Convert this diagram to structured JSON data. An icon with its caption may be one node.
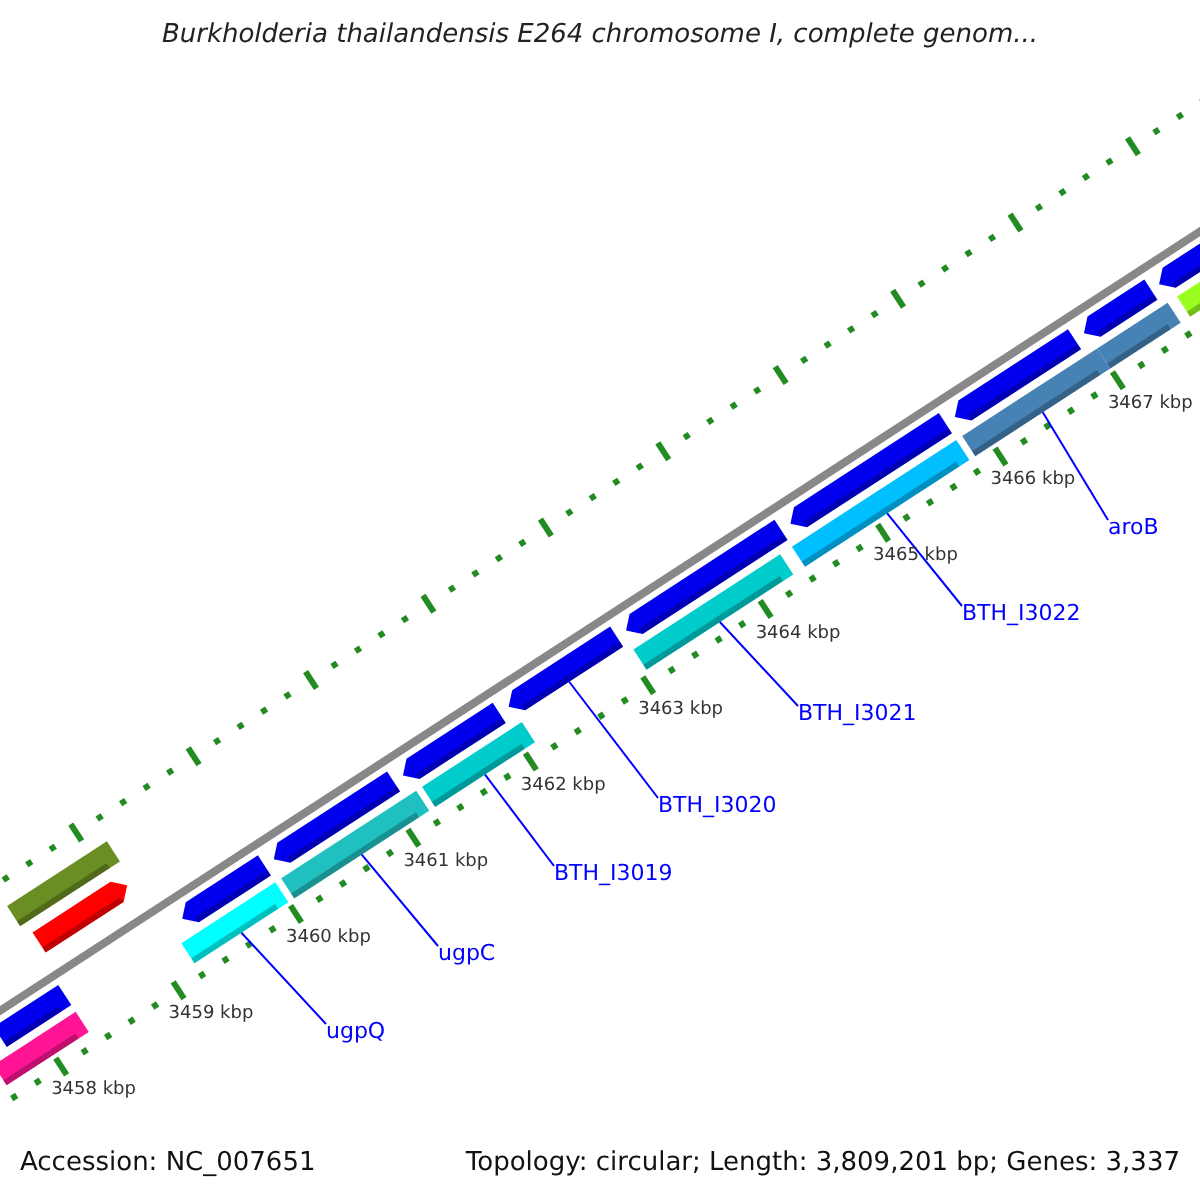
{
  "diagram": {
    "title": "Burkholderia thailandensis E264 chromosome I, complete genom...",
    "nodes": [
      {
        "text": [],
        "shape": "bar"
      },
      {
        "text": [],
        "shape": "bar"
      },
      {
        "text": [],
        "shape": "bar"
      },
      {
        "text": [],
        "shape": "bar"
      },
      {
        "text": [],
        "shape": "bar"
      },
      {
        "text": [],
        "shape": "bar"
      },
      {
        "text": [],
        "shape": "bar"
      },
      {
        "text": [],
        "shape": "bar"
      },
      {
        "text": [],
        "shape": "bar"
      },
      {
        "text": [],
        "shape": "bar"
      },
      {
        "text": [],
        "shape": "bar"
      },
      {
        "text": [],
        "shape": "bar"
      },
      {
        "text": [],
        "shape": "bar"
      },
      {
        "text": [],
        "shape": "bar"
      },
      {
        "text": [],
        "shape": "bar"
      },
      {
        "text": [],
        "shape": "bar"
      },
      {
        "text": [],
        "shape": "bar"
      },
      {
        "text": [],
        "shape": "bar"
      },
      {
        "text": [],
        "shape": "bar"
      },
      {
        "text": [],
        "shape": "bar"
      },
      {
        "text": [],
        "shape": "bar"
      },
      {
        "text": [
          "ugpQ"
        ]
      },
      {
        "text": [
          "ugpC"
        ]
      },
      {
        "text": [
          "BTH_I3019"
        ]
      },
      {
        "text": [
          "BTH_I3020"
        ]
      },
      {
        "text": [
          "BTH_I3021"
        ]
      },
      {
        "text": [
          "BTH_I3022"
        ]
      },
      {
        "text": [
          "aroB"
        ]
      }
    ],
    "edges": [
      {
        "from": 21,
        "to": 5,
        "arrow": "none"
      },
      {
        "from": 22,
        "to": 7,
        "arrow": "none"
      },
      {
        "from": 23,
        "to": 9,
        "arrow": "none"
      },
      {
        "from": 24,
        "to": 10,
        "arrow": "none"
      },
      {
        "from": 25,
        "to": 12,
        "arrow": "none"
      },
      {
        "from": 26,
        "to": 14,
        "arrow": "none"
      },
      {
        "from": 27,
        "to": 16,
        "arrow": "none"
      }
    ],
    "labels": [
      "3467 kbp",
      "3466 kbp",
      "3465 kbp",
      "3464 kbp",
      "3463 kbp",
      "3462 kbp",
      "3461 kbp",
      "3460 kbp",
      "3459 kbp",
      "3458 kbp",
      "Accession: NC_007651",
      "Topology: circular; Length: 3,809,201 bp; Genes: 3,337"
    ]
  }
}
